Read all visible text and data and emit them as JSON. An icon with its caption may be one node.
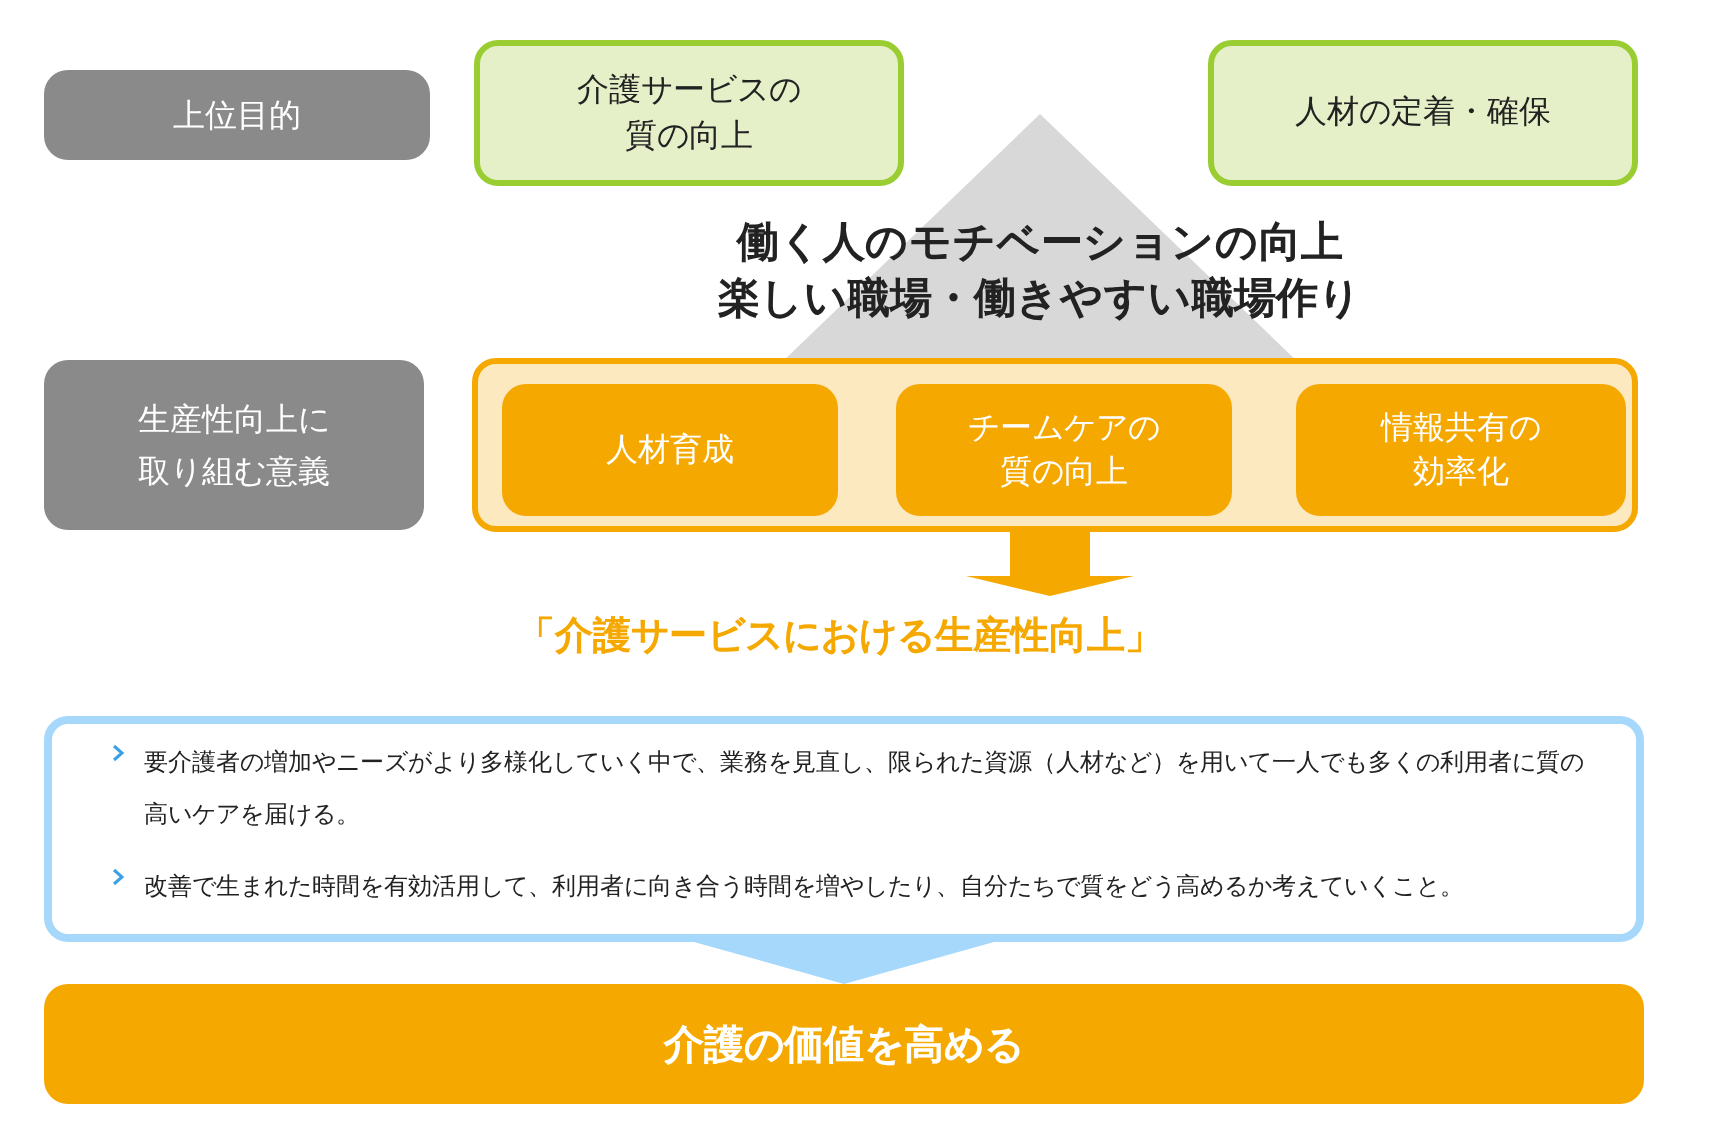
{
  "diagram": {
    "nodes": [
      {
        "text": [
          "上位目的"
        ]
      },
      {
        "text": [
          "介護サービスの質の向上"
        ]
      },
      {
        "text": [
          "人材の定着・確保"
        ]
      },
      {
        "text": [
          "働く人のモチベーションの向上",
          "楽しい職場・働きやすい職場作り"
        ]
      },
      {
        "text": [
          "生産性向上に取り組む意義"
        ]
      },
      {
        "text": [],
        "shape": "box"
      },
      {
        "text": [
          "人材育成"
        ],
        "in": 5
      },
      {
        "text": [
          "チームケアの質の向上"
        ],
        "in": 5
      },
      {
        "text": [
          "情報共有の効率化"
        ],
        "in": 5
      },
      {
        "text": [
          "「介護サービスにおける生産性向上」"
        ]
      },
      {
        "text": [
          "要介護者の増加やニーズがより多様化していく中で、業務を見直し、限られた資源（人材など）を用いて一人でも多くの利用者に質の高いケアを届ける。",
          "改善で生まれた時間を有効活用して、利用者に向き合う時間を増やしたり、自分たちで質をどう高めるか考えていくこと。"
        ]
      },
      {
        "text": [
          "介護の価値を高める"
        ]
      }
    ],
    "edges": [
      {
        "from": 5,
        "to": 9,
        "arrow": "to",
        "color": "#f5a800"
      },
      {
        "from": 10,
        "to": 11,
        "arrow": "to",
        "color": "#a6d8fb"
      }
    ]
  }
}
